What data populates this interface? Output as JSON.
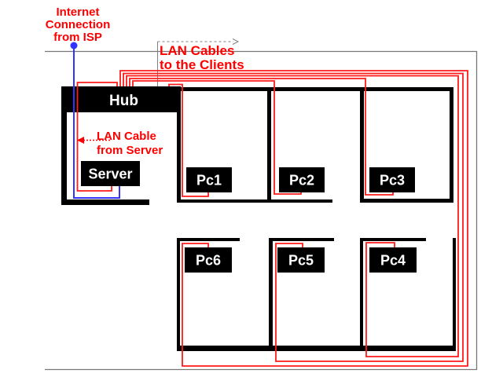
{
  "colors": {
    "lan_cable": "#ff1a1a",
    "internet_line": "#3333ff",
    "annotation_text": "#ff0000",
    "device_fill": "#000000",
    "device_text": "#ffffff",
    "wall_fill": "#000000",
    "page_border": "#777777",
    "callout_gray": "#808080"
  },
  "annotations": {
    "internet": {
      "line1": "Internet",
      "line2": "Connection",
      "line3": "from ISP"
    },
    "lan_clients": {
      "line1": "LAN Cables",
      "line2": "to the Clients"
    },
    "lan_server": {
      "line1": "LAN Cable",
      "line2": "from Server"
    }
  },
  "devices": {
    "hub": {
      "label": "Hub"
    },
    "server": {
      "label": "Server"
    },
    "pc1": {
      "label": "Pc1"
    },
    "pc2": {
      "label": "Pc2"
    },
    "pc3": {
      "label": "Pc3"
    },
    "pc4": {
      "label": "Pc4"
    },
    "pc5": {
      "label": "Pc5"
    },
    "pc6": {
      "label": "Pc6"
    }
  }
}
